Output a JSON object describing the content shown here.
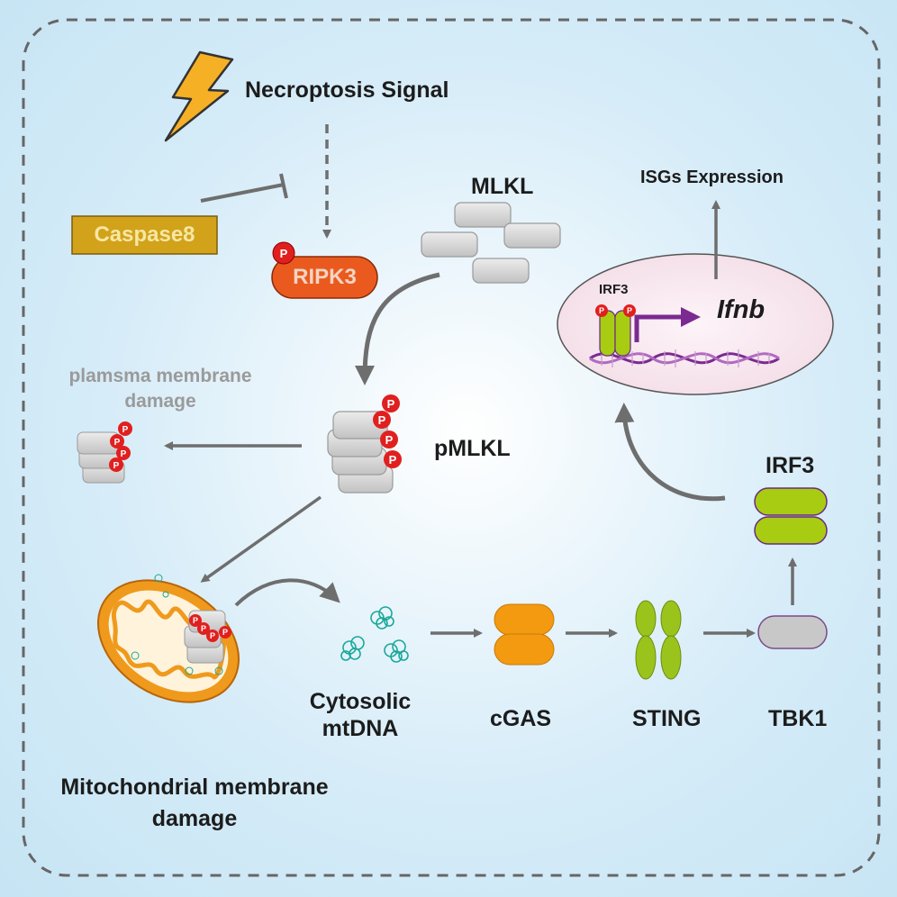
{
  "labels": {
    "necroptosis_signal": "Necroptosis Signal",
    "caspase8": "Caspase8",
    "ripk3": "RIPK3",
    "mlkl": "MLKL",
    "pmlkl": "pMLKL",
    "plasma_damage": "plamsma membrane\ndamage",
    "isgs_expression": "ISGs Expression",
    "irf3_nucleus": "IRF3",
    "ifnb": "Ifnb",
    "irf3": "IRF3",
    "cytosolic_mtdna": "Cytosolic\nmtDNA",
    "cgas": "cGAS",
    "sting": "STING",
    "tbk1": "TBK1",
    "mito_damage": "Mitochondrial membrane\ndamage",
    "phospho": "P"
  },
  "colors": {
    "caspase8": "#d2a21a",
    "ripk3": "#ea5a1e",
    "phospho_red": "#e0201f",
    "mlkl_gray": "#d2d2d2",
    "arrow_gray": "#6e6e6e",
    "irf3_green": "#a8cc12",
    "cgas_orange": "#f39a10",
    "sting_green": "#9ac41c",
    "tbk1_gray": "#c8c8c8",
    "mtdna_teal": "#19a89a",
    "nucleus_pink": "#f8e6ee",
    "dna_purple": "#7a2a90",
    "lightning": "#f5b026",
    "mito_orange": "#ef9a1c"
  },
  "icons": [
    "lightning-icon",
    "mitochondrion-icon",
    "dna-helix-icon",
    "mtdna-icon"
  ]
}
